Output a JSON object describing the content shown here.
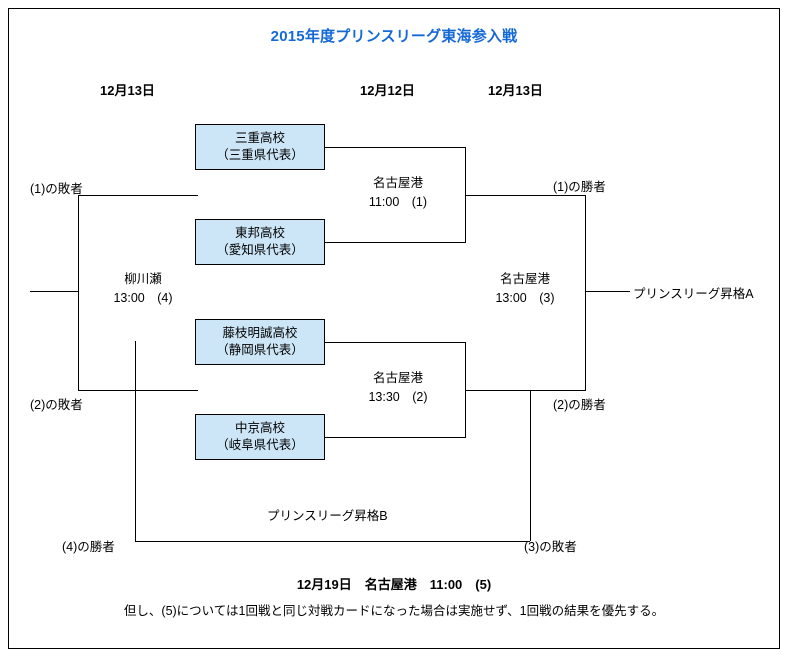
{
  "title": "2015年度プリンスリーグ東海参入戦",
  "title_color": "#1569d6",
  "box_fill_color": "#cce6f7",
  "date_headers": [
    {
      "label": "12月13日"
    },
    {
      "label": "12月12日"
    },
    {
      "label": "12月13日"
    }
  ],
  "teams": [
    {
      "name": "三重高校",
      "prefecture": "（三重県代表）"
    },
    {
      "name": "東邦高校",
      "prefecture": "（愛知県代表）"
    },
    {
      "name": "藤枝明誠高校",
      "prefecture": "（静岡県代表）"
    },
    {
      "name": "中京高校",
      "prefecture": "（岐阜県代表）"
    }
  ],
  "matches": [
    {
      "venue": "名古屋港",
      "time_no": "11:00　(1)"
    },
    {
      "venue": "名古屋港",
      "time_no": "13:30　(2)"
    },
    {
      "venue": "名古屋港",
      "time_no": "13:00　(3)"
    },
    {
      "venue": "柳川瀬",
      "time_no": "13:00　(4)"
    }
  ],
  "labels": {
    "loser_1": "(1)の敗者",
    "loser_2": "(2)の敗者",
    "winner_1": "(1)の勝者",
    "winner_2": "(2)の勝者",
    "winner_4": "(4)の勝者",
    "loser_3": "(3)の敗者",
    "promotion_a": "プリンスリーグ昇格A",
    "promotion_b": "プリンスリーグ昇格B"
  },
  "footer": {
    "line1": "12月19日　名古屋港　11:00　(5)",
    "line2": "但し、(5)については1回戦と同じ対戦カードになった場合は実施せず、1回戦の結果を優先する。"
  }
}
